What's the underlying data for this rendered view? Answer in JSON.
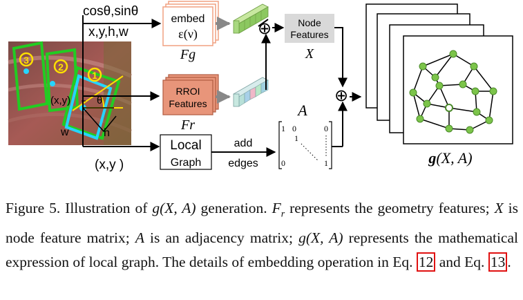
{
  "figure": {
    "image_labels": {
      "cos_sin": "cosθ,sinθ",
      "xyhw": "x,y,h,w",
      "xy_point": "(x,y)",
      "xy_bottom": "(x,y )",
      "theta": "θ",
      "h": "h",
      "w": "w",
      "circ1": "①",
      "circ2": "②",
      "circ3": "③"
    },
    "embed": {
      "line1": "embed",
      "line2": "ε(ν)",
      "caption": "Fg"
    },
    "rroi": {
      "line1": "RROI",
      "line2": "Features",
      "caption": "Fr"
    },
    "node_features": {
      "line1": "Node",
      "line2": "Features",
      "caption": "X"
    },
    "local_graph": {
      "line1": "Local",
      "line2": "Graph"
    },
    "edge_label": {
      "line1": "add",
      "line2": "edges"
    },
    "adjacency": {
      "symbol": "A",
      "m11": "1",
      "m12": "0",
      "m13": "0",
      "m22": "1",
      "m31": "0",
      "m33": "1"
    },
    "plus": "⊕",
    "graph_label": {
      "func": "g",
      "args": "(X, A)"
    }
  },
  "caption": {
    "prefix": "Figure 5. Illustration of ",
    "g1": "g",
    "g1_args": "(X, A)",
    "part1": " generation. ",
    "fr": "F",
    "fr_sub": "r",
    "part2": " represents the geometry features; ",
    "x": "X",
    "part3": " is node feature matrix; ",
    "a": "A",
    "part4": " is an adjacency matrix; ",
    "g2": "g",
    "g2_args": "(X, A)",
    "part5": " represents the mathematical expression of local graph. The details of embedding operation in Eq. ",
    "ref1": "12",
    "part6": " and Eq. ",
    "ref2": "13",
    "part7": "."
  }
}
